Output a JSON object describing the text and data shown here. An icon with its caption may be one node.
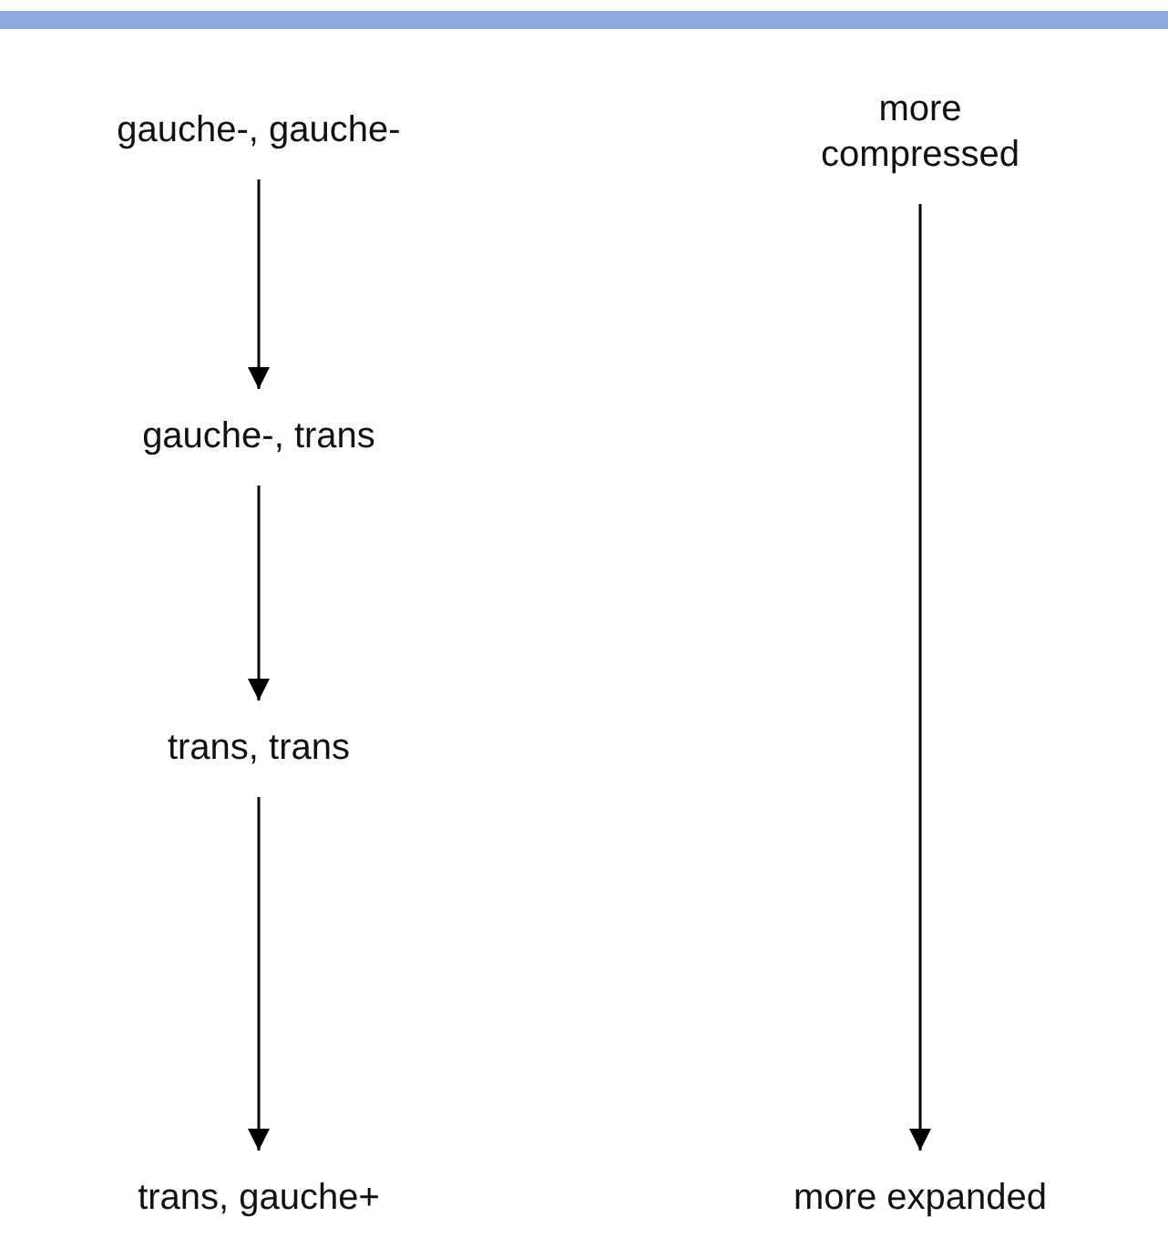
{
  "diagram": {
    "nodes": [
      {
        "text": [
          "gauche-, gauche-"
        ]
      },
      {
        "text": [
          "gauche-, trans"
        ]
      },
      {
        "text": [
          "trans, trans"
        ]
      },
      {
        "text": [
          "trans, gauche+"
        ]
      },
      {
        "text": [
          "more compressed"
        ]
      },
      {
        "text": [
          "more expanded"
        ]
      }
    ],
    "edges": [
      {
        "from": 0,
        "to": 1,
        "arrow": "to"
      },
      {
        "from": 1,
        "to": 2,
        "arrow": "to"
      },
      {
        "from": 2,
        "to": 3,
        "arrow": "to"
      },
      {
        "from": 4,
        "to": 5,
        "arrow": "to"
      }
    ]
  }
}
